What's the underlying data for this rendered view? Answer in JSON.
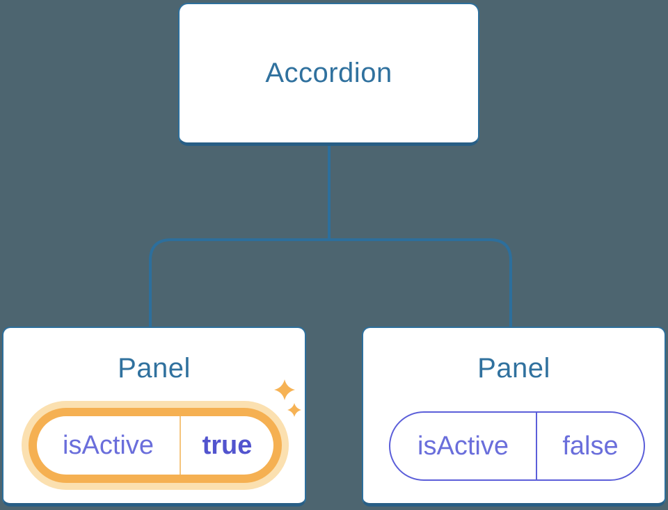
{
  "diagram": {
    "description": "Component tree: Accordion parent passing isActive state to two Panel children",
    "tree": {
      "root": {
        "label": "Accordion"
      },
      "children": [
        {
          "label": "Panel",
          "state": {
            "key": "isActive",
            "value": "true"
          },
          "highlighted": true,
          "icon": "sparkles-icon"
        },
        {
          "label": "Panel",
          "state": {
            "key": "isActive",
            "value": "false"
          },
          "highlighted": false
        }
      ]
    }
  },
  "colors": {
    "bg": "#4D6570",
    "line_blue": "#2D6F9C",
    "line_blue_dark": "#285E85",
    "heading_blue": "#30719E",
    "purple": "#6A6EDB",
    "purple_bold": "#5254CE",
    "purple_border": "#5B5ED9",
    "orange": "#F5B052",
    "orange_halo": "#FBE0B0",
    "orange_divider": "#F4C47C",
    "sparkle": "#F6B254",
    "node_bg": "#FFFFFF"
  }
}
